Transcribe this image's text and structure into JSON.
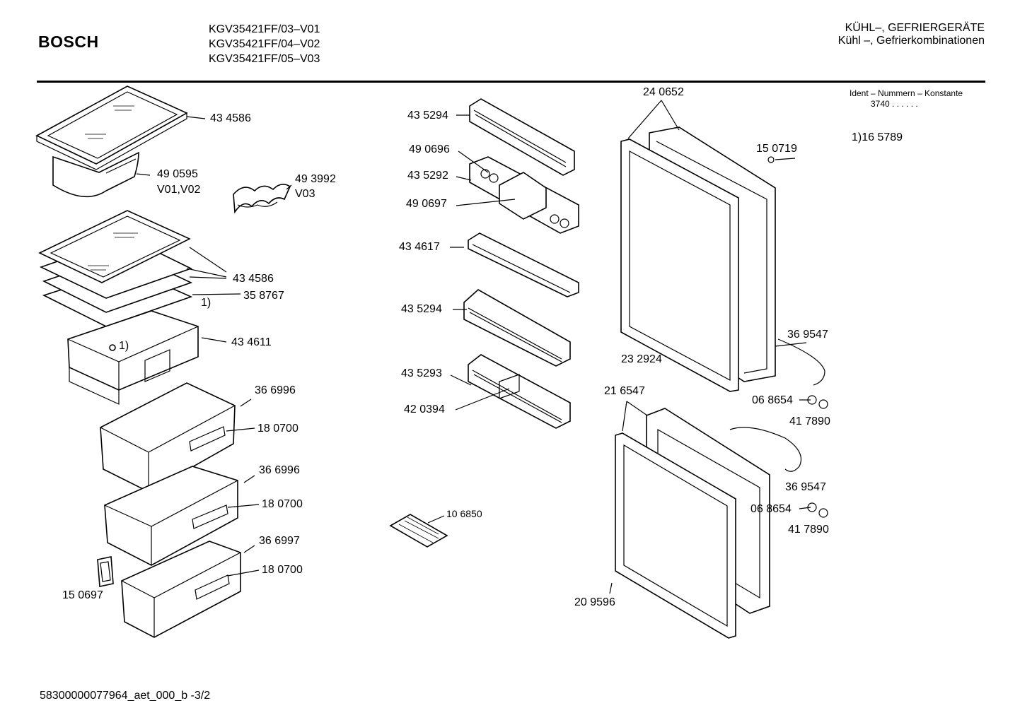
{
  "header": {
    "brand": "BOSCH",
    "models": [
      "KGV35421FF/03–V01",
      "KGV35421FF/04–V02",
      "KGV35421FF/05–V03"
    ],
    "category_line1": "KÜHL–, GEFRIERGERÄTE",
    "category_line2": "Kühl –, Gefrierkombinationen"
  },
  "ident": {
    "title": "Ident – Nummern – Konstante",
    "value": "3740  .  .    .  .  .  .",
    "note": "1)16 5789"
  },
  "labels": {
    "p434586a": "43 4586",
    "p490595": "49 0595",
    "v0102": "V01,V02",
    "p493992": "49 3992",
    "v03": "V03",
    "p434586b": "43 4586",
    "p358767": "35 8767",
    "ref1a": "1)",
    "ref1b": "1)",
    "p434611": "43 4611",
    "p366996a": "36 6996",
    "p180700a": "18 0700",
    "p366996b": "36 6996",
    "p180700b": "18 0700",
    "p366997": "36 6997",
    "p180700c": "18 0700",
    "p150697": "15 0697",
    "p435294a": "43 5294",
    "p490696": "49 0696",
    "p435292": "43 5292",
    "p490697": "49 0697",
    "p434617": "43 4617",
    "p435294b": "43 5294",
    "p435293": "43 5293",
    "p420394": "42 0394",
    "p106850": "10 6850",
    "p240652": "24 0652",
    "p150719": "15 0719",
    "p232924": "23 2924",
    "p369547a": "36 9547",
    "p068654a": "06 8654",
    "p417890a": "41 7890",
    "p216547": "21 6547",
    "p369547b": "36 9547",
    "p068654b": "06 8654",
    "p417890b": "41 7890",
    "p209596": "20 9596"
  },
  "footer": "58300000077964_aet_000_b   -3/2"
}
